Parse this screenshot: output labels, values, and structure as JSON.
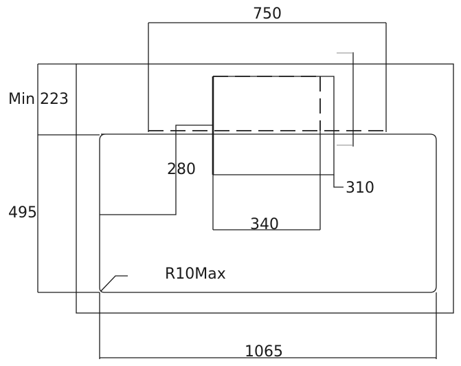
{
  "dimensions": {
    "top_width": "750",
    "min_height": "Min 223",
    "side_height": "495",
    "inner_height": "280",
    "inner_width": "340",
    "hatch_height": "310",
    "radius": "R10Max",
    "total_width": "1065"
  }
}
